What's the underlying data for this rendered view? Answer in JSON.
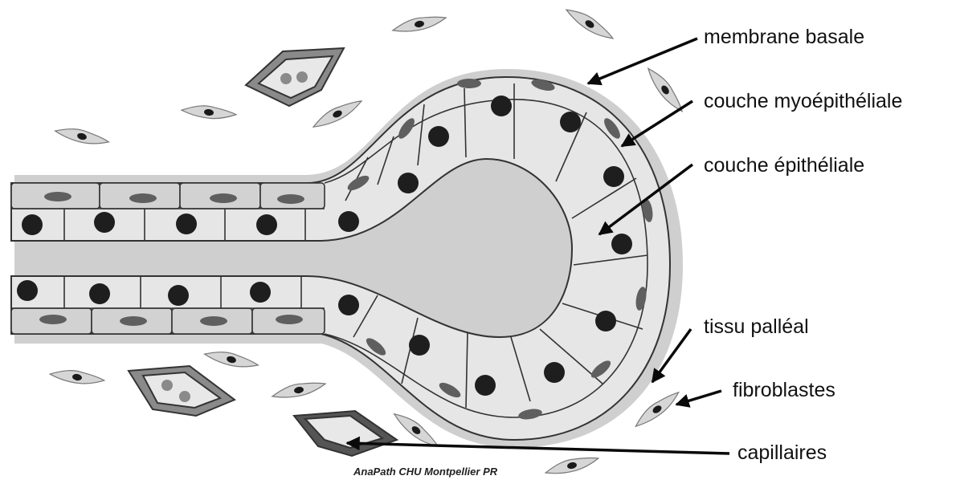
{
  "diagram": {
    "labels": {
      "membrane": "membrane basale",
      "myo": "couche myoépithéliale",
      "epith": "couche épithéliale",
      "tissu": "tissu palléal",
      "fibro": "fibroblastes",
      "capil": "capillaires"
    },
    "credit": "AnaPath CHU Montpellier PR"
  },
  "colors": {
    "membrane": "#cfcfcf",
    "myo_cell": "#d2d2d2",
    "epi_cell": "#e6e6e6",
    "nucleus": "#1e1e1e",
    "myo_nucleus": "#5f5f5f",
    "outline": "#333333",
    "arrow": "#0a0a0a"
  },
  "icons": {
    "fibroblast": "spindle-cell-icon",
    "capillary": "capillary-icon"
  }
}
